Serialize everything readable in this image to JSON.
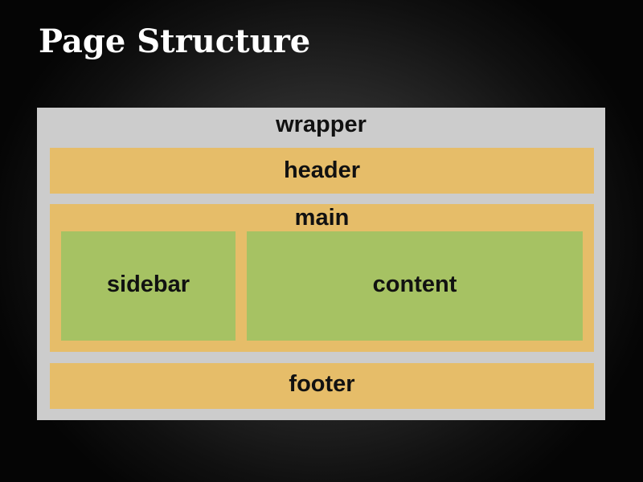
{
  "title": "Page Structure",
  "colors": {
    "wrapper": "#cccccc",
    "section": "#e6bd69",
    "inner": "#a6c263",
    "label": "#111111",
    "title": "#ffffff"
  },
  "diagram": {
    "wrapper": "wrapper",
    "header": "header",
    "main": "main",
    "sidebar": "sidebar",
    "content": "content",
    "footer": "footer"
  }
}
